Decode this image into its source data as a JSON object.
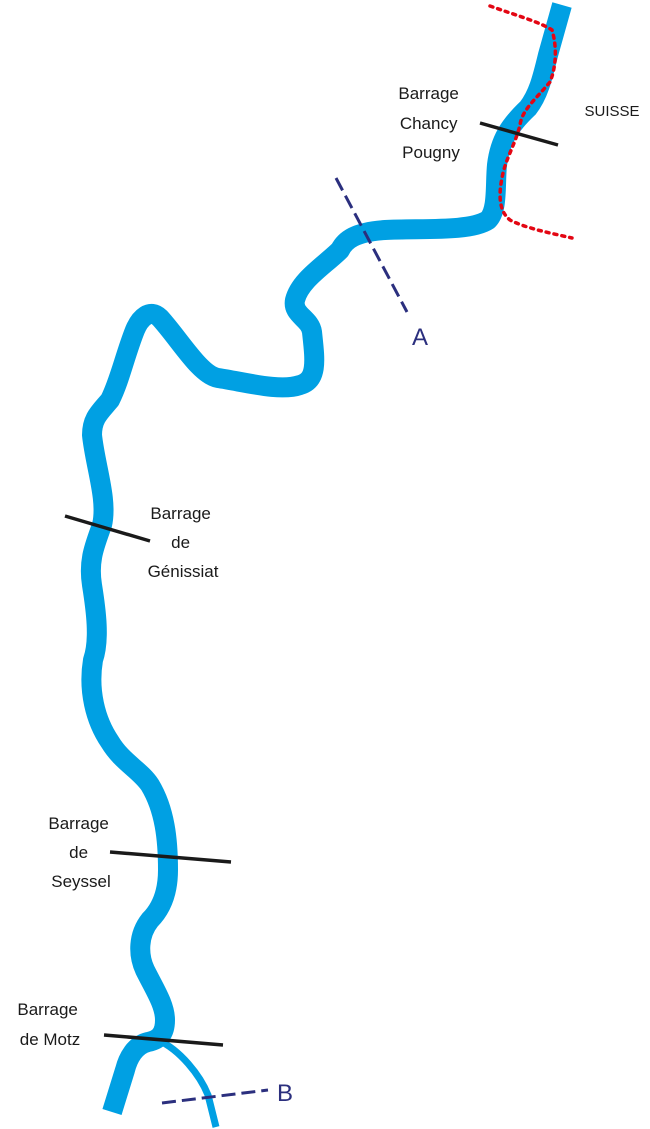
{
  "colors": {
    "river": "#00A0E3",
    "border": "#E30613",
    "section": "#2B2F7E",
    "dam": "#1a1a1a"
  },
  "country": "SUISSE",
  "dams": {
    "chancy": [
      "Barrage",
      "Chancy",
      "Pougny"
    ],
    "genissiat": [
      "Barrage",
      "de",
      "Génissiat"
    ],
    "seyssel": [
      "Barrage",
      "de",
      "Seyssel"
    ],
    "motz": [
      "Barrage",
      "de Motz"
    ]
  },
  "markers": {
    "a": "A",
    "b": "B"
  },
  "icons": {
    "river": "river-line",
    "border": "dotted-border-line",
    "dam": "dam-bar",
    "section": "dashed-section-line"
  }
}
